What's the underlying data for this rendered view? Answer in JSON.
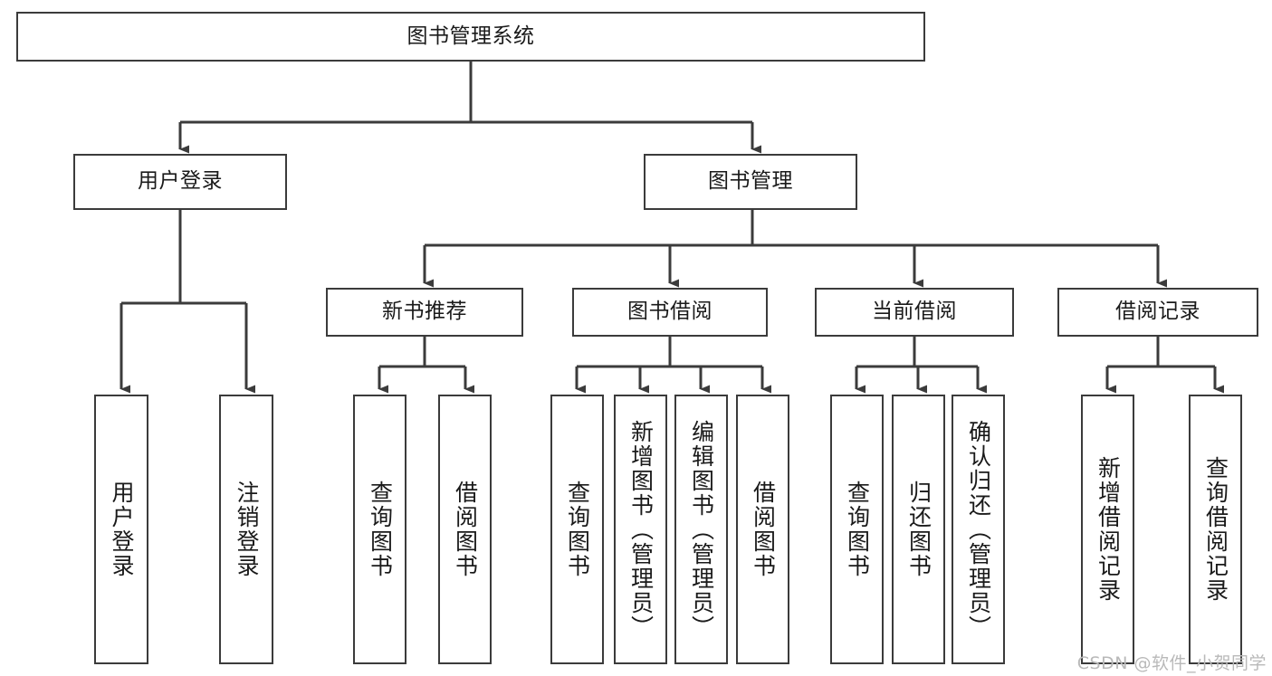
{
  "diagram": {
    "title": "图书管理系统",
    "type": "tree-hierarchy",
    "colors": {
      "border": "#3b3b3b",
      "background": "#ffffff",
      "text": "#1a1a1a",
      "watermark": "#b9b9b9"
    },
    "root": {
      "label": "图书管理系统"
    },
    "level2": [
      {
        "label": "用户登录"
      },
      {
        "label": "图书管理"
      }
    ],
    "level3": [
      {
        "label": "新书推荐"
      },
      {
        "label": "图书借阅"
      },
      {
        "label": "当前借阅"
      },
      {
        "label": "借阅记录"
      }
    ],
    "leaves": {
      "user_login": [
        {
          "label": "用户登录"
        },
        {
          "label": "注销登录"
        }
      ],
      "new_book_recommend": [
        {
          "label": "查询图书"
        },
        {
          "label": "借阅图书"
        }
      ],
      "book_borrow": [
        {
          "label": "查询图书"
        },
        {
          "label": "新增图书（管理员）"
        },
        {
          "label": "编辑图书（管理员）"
        },
        {
          "label": "借阅图书"
        }
      ],
      "current_borrow": [
        {
          "label": "查询图书"
        },
        {
          "label": "归还图书"
        },
        {
          "label": "确认归还（管理员）"
        }
      ],
      "borrow_record": [
        {
          "label": "新增借阅记录"
        },
        {
          "label": "查询借阅记录"
        }
      ]
    }
  },
  "watermark": {
    "text": "CSDN @软件_小贺同学"
  }
}
